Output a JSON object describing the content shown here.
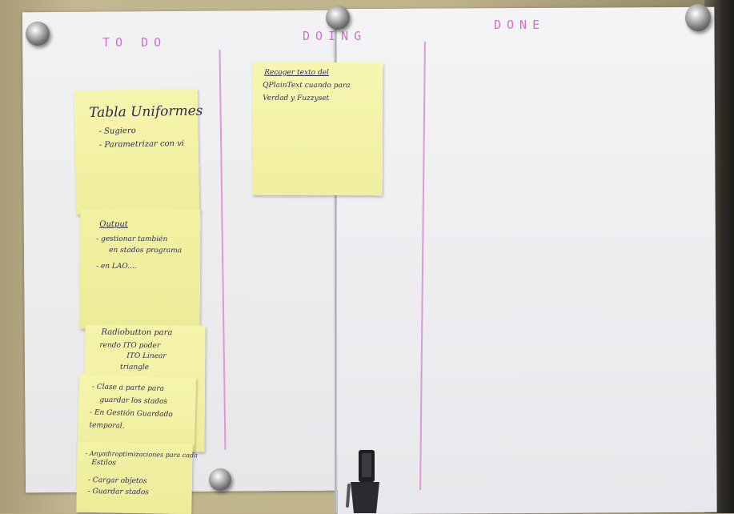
{
  "board": {
    "columns": [
      {
        "id": "todo",
        "label": "TO DO"
      },
      {
        "id": "doing",
        "label": "DOING"
      },
      {
        "id": "done",
        "label": "DONE"
      }
    ]
  },
  "notes": {
    "tabla": {
      "title": "Tabla Uniformes",
      "lines": [
        "- Sugiero",
        "- Parametrizar con vi"
      ]
    },
    "output": {
      "title": "Output",
      "lines": [
        "- gestionar también",
        "en stados programa",
        "- en LAO...."
      ]
    },
    "radio": {
      "title": "Radiobutton para",
      "lines": [
        "rendo ITO poder",
        "ITO Linear",
        "triangle"
      ]
    },
    "clase": {
      "lines": [
        "- Clase a parte para",
        "guardar los stados",
        "- En Gestión Guardado",
        "temporal."
      ]
    },
    "bottom": {
      "lines": [
        "- Anyadiroptimizaciones para cada",
        "Estilos",
        "- Cargar objetos",
        "- Guardar stados"
      ]
    },
    "doing": {
      "lines": [
        "Recoger texto del",
        "QPlainText cuando para",
        "Verdad y Fuzzyset"
      ]
    }
  },
  "colors": {
    "paper": "#efeff1",
    "sticky_note": "#f4f3a5",
    "header_ink": "#d26fd0",
    "note_ink": "#2c2c55",
    "wall": "#b9ad86"
  },
  "icons": [
    "magnet-icon",
    "binder-clip-icon"
  ]
}
